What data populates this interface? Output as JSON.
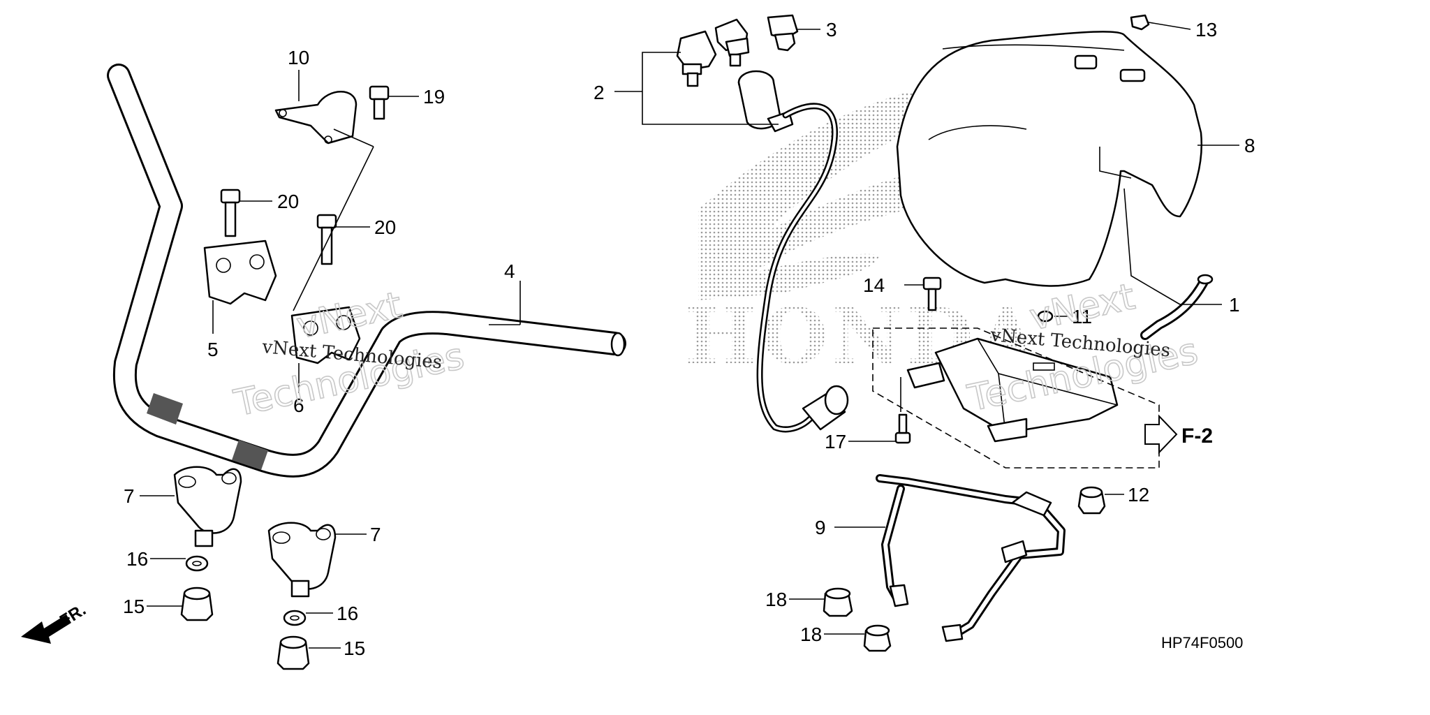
{
  "diagram": {
    "callouts": [
      {
        "id": "c1",
        "text": "1"
      },
      {
        "id": "c2",
        "text": "2"
      },
      {
        "id": "c3",
        "text": "3"
      },
      {
        "id": "c4",
        "text": "4"
      },
      {
        "id": "c5",
        "text": "5"
      },
      {
        "id": "c6",
        "text": "6"
      },
      {
        "id": "c7a",
        "text": "7"
      },
      {
        "id": "c7b",
        "text": "7"
      },
      {
        "id": "c8",
        "text": "8"
      },
      {
        "id": "c9",
        "text": "9"
      },
      {
        "id": "c10",
        "text": "10"
      },
      {
        "id": "c11",
        "text": "11"
      },
      {
        "id": "c12",
        "text": "12"
      },
      {
        "id": "c13",
        "text": "13"
      },
      {
        "id": "c14",
        "text": "14"
      },
      {
        "id": "c15a",
        "text": "15"
      },
      {
        "id": "c15b",
        "text": "15"
      },
      {
        "id": "c16a",
        "text": "16"
      },
      {
        "id": "c16b",
        "text": "16"
      },
      {
        "id": "c17",
        "text": "17"
      },
      {
        "id": "c18a",
        "text": "18"
      },
      {
        "id": "c18b",
        "text": "18"
      },
      {
        "id": "c19",
        "text": "19"
      },
      {
        "id": "c20a",
        "text": "20"
      },
      {
        "id": "c20b",
        "text": "20"
      }
    ],
    "ref_label": "F-2",
    "direction_label": "FR.",
    "drawing_code": "HP74F0500",
    "brand_watermark": "HONDA",
    "watermarks": [
      {
        "outline": "vNext",
        "solid": "vNext Technologies",
        "outline2": "Technologies"
      },
      {
        "outline": "vNext",
        "solid": "vNext Technologies",
        "outline2": "Technologies"
      }
    ]
  }
}
